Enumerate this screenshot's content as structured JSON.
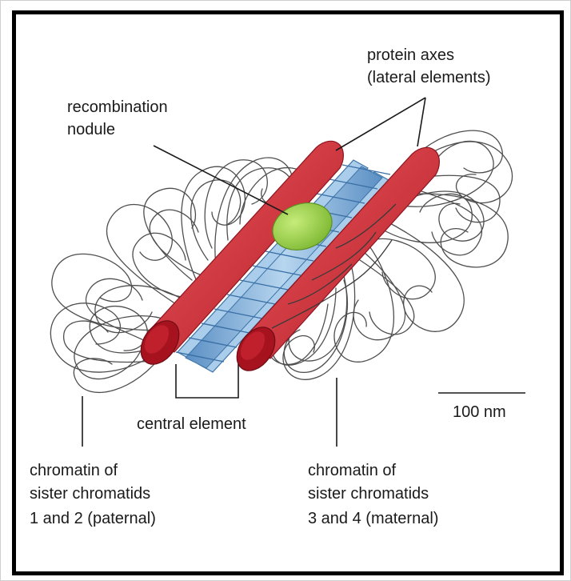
{
  "labels": {
    "protein_axes_line1": "protein axes",
    "protein_axes_line2": "(lateral elements)",
    "recombination_line1": "recombination",
    "recombination_line2": "nodule",
    "central_element": "central element",
    "scale_bar": "100 nm",
    "chromatin_left_line1": "chromatin of",
    "chromatin_left_line2": "sister chromatids",
    "chromatin_left_line3": "1 and 2 (paternal)",
    "chromatin_right_line1": "chromatin of",
    "chromatin_right_line2": "sister chromatids",
    "chromatin_right_line3": "3 and 4 (maternal)"
  },
  "colors": {
    "lateral_element": "#d0353d",
    "lateral_element_highlight": "#f08a8a",
    "lateral_element_end": "#a4121e",
    "central_element": "#7fb3dc",
    "transverse_filaments": "#5e93c6",
    "recombination_nodule": "#9ad14a",
    "chromatin_loops": "#4a4a4a",
    "frame": "#000000"
  }
}
